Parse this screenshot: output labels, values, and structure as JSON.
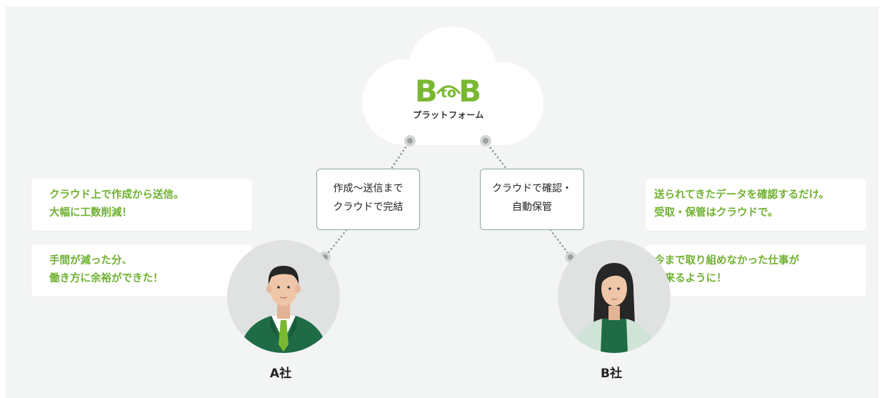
{
  "platform": {
    "logo_b1": "B",
    "logo_to": "to",
    "logo_b2": "B",
    "logo_sub": "プラットフォーム"
  },
  "tags": {
    "left": {
      "line1": "作成〜送信まで",
      "line2": "クラウドで完結"
    },
    "right": {
      "line1": "クラウドで確認・",
      "line2": "自動保管"
    }
  },
  "company_a": {
    "name": "A社",
    "bubble1": {
      "line1": "クラウド上で作成から送信。",
      "line2": "大幅に工数削減！"
    },
    "bubble2": {
      "line1": "手間が減った分、",
      "line2": "働き方に余裕ができた！"
    }
  },
  "company_b": {
    "name": "B社",
    "bubble1": {
      "line1": "送られてきたデータを確認するだけ。",
      "line2": "受取・保管はクラウドで。"
    },
    "bubble2": {
      "line1": "今まで取り組めなかった仕事が",
      "line2": "出来るように！"
    }
  },
  "colors": {
    "accent_green": "#7ab832",
    "suit_green": "#1e6b45",
    "tag_border": "#8da89a",
    "background": "#f3f4f4"
  }
}
